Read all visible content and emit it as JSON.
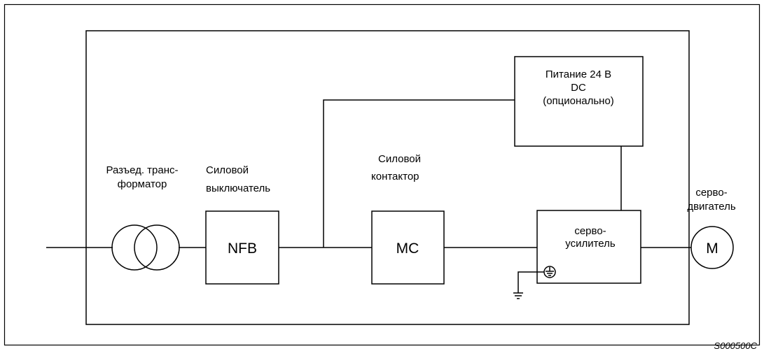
{
  "labels": {
    "transformer_line1": "Разъед. транс-",
    "transformer_line2": "форматор",
    "breaker_line1": "Силовой",
    "breaker_line2": "выключатель",
    "contactor_line1": "Силовой",
    "contactor_line2": "контактор",
    "power_line1": "Питание 24 В",
    "power_line2": "DC",
    "power_line3": "(опционально)",
    "motor_line1": "серво-",
    "motor_line2": "двигатель",
    "amplifier_line1": "серво-",
    "amplifier_line2": "усилитель"
  },
  "blocks": {
    "nfb": "NFB",
    "mc": "MC",
    "motor": "M"
  },
  "figure_code": "S000500C"
}
